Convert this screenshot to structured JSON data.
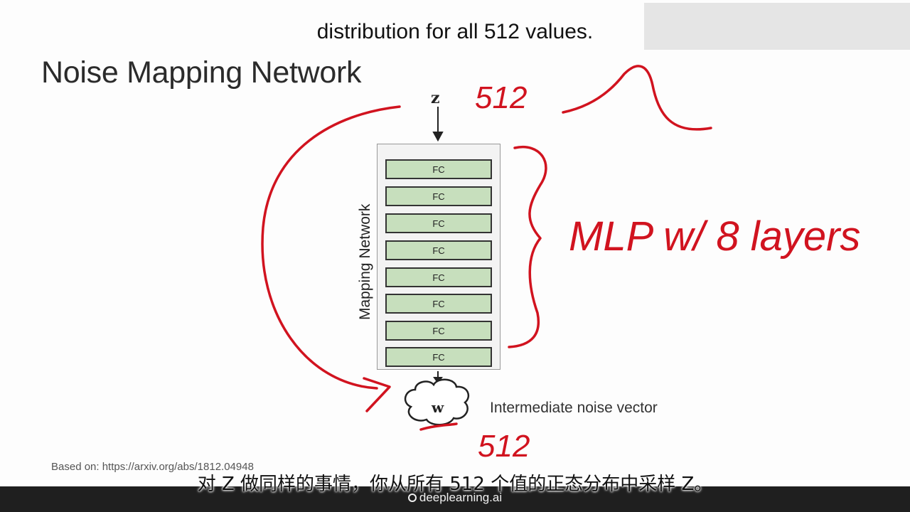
{
  "captions": {
    "top": "distribution for all 512 values.",
    "bottom": "对 Z 做同样的事情，你从所有 512 个值的正态分布中采样 Z。"
  },
  "slide": {
    "title": "Noise Mapping Network",
    "input_label": "z",
    "mapping_label": "Mapping Network",
    "layers": [
      "FC",
      "FC",
      "FC",
      "FC",
      "FC",
      "FC",
      "FC",
      "FC"
    ],
    "output_label": "w",
    "output_caption": "Intermediate noise vector",
    "source": "Based on: https://arxiv.org/abs/1812.04948"
  },
  "annotations": {
    "input_size": "512",
    "output_size": "512",
    "mlp_note": "MLP w/ 8 layers",
    "ink_color": "#d1131f"
  },
  "footer": {
    "brand": "deeplearning.ai"
  },
  "colors": {
    "fc_fill": "#c7dfbd",
    "box_fill": "#f3f3f3",
    "bar": "#1f1f1f"
  }
}
